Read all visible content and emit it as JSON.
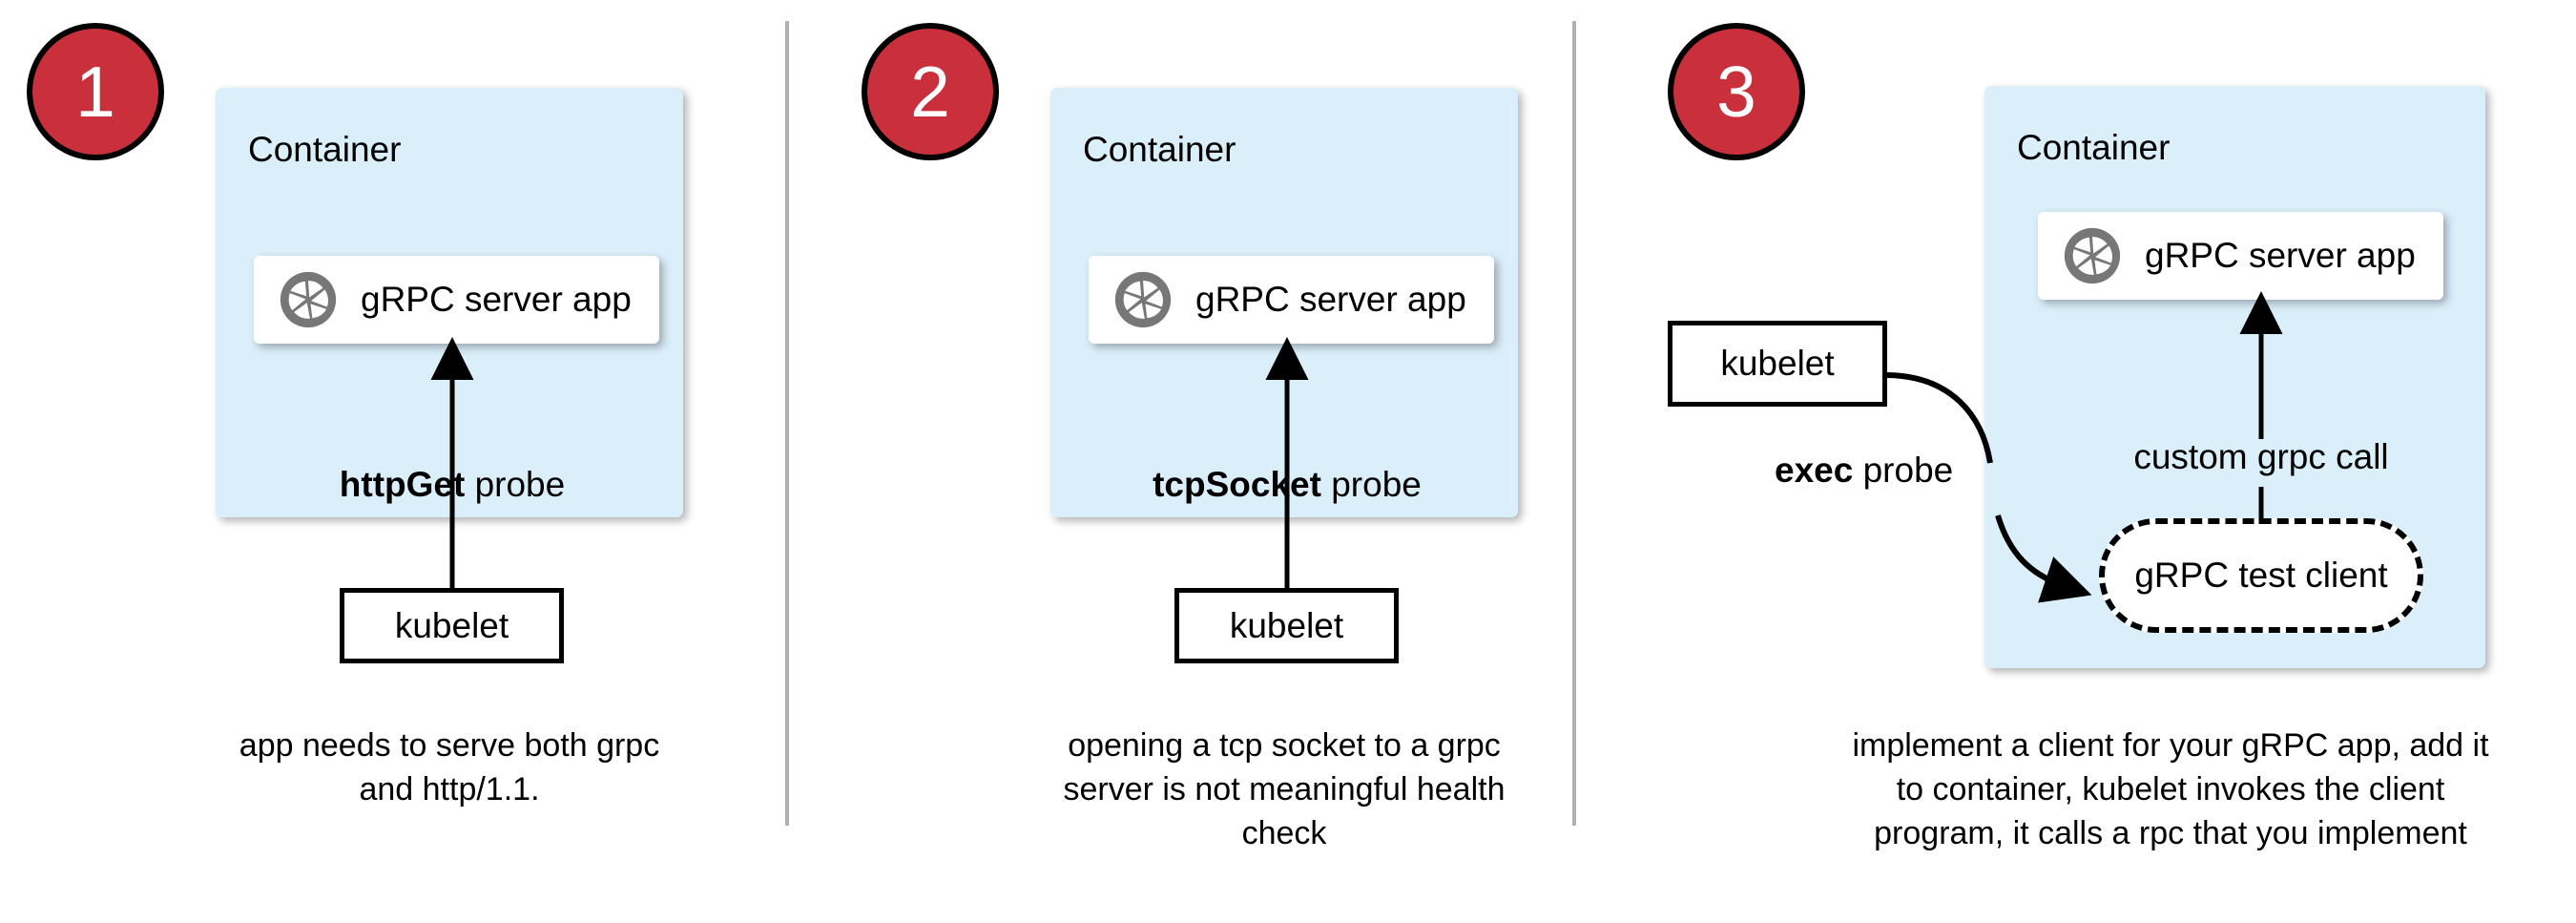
{
  "colors": {
    "badge_red": "#c9303c",
    "container_blue": "#dbeffb",
    "divider_gray": "#b0b0b0",
    "icon_gray": "#777777",
    "card_white": "#ffffff",
    "stroke_black": "#000000"
  },
  "panels": [
    {
      "badge": "1",
      "container_label": "Container",
      "app_label": "gRPC server app",
      "app_icon": "grpc-aperture-icon",
      "probe_label_bold": "httpGet",
      "probe_label_rest": " probe",
      "kubelet_label": "kubelet",
      "caption_lines": [
        "app needs to serve both grpc",
        "and http/1.1."
      ]
    },
    {
      "badge": "2",
      "container_label": "Container",
      "app_label": "gRPC server app",
      "app_icon": "grpc-aperture-icon",
      "probe_label_bold": "tcpSocket",
      "probe_label_rest": " probe",
      "kubelet_label": "kubelet",
      "caption_lines": [
        "opening a tcp socket to a grpc",
        "server is not meaningful health",
        "check"
      ]
    },
    {
      "badge": "3",
      "container_label": "Container",
      "app_label": "gRPC server app",
      "app_icon": "grpc-aperture-icon",
      "probe_label_bold": "exec",
      "probe_label_rest": " probe",
      "kubelet_label": "kubelet",
      "client_label": "gRPC test client",
      "call_label": "custom grpc call",
      "caption_lines": [
        "implement a client for your gRPC app, add it",
        "to container, kubelet invokes the client",
        "program, it calls a rpc that you implement"
      ]
    }
  ]
}
